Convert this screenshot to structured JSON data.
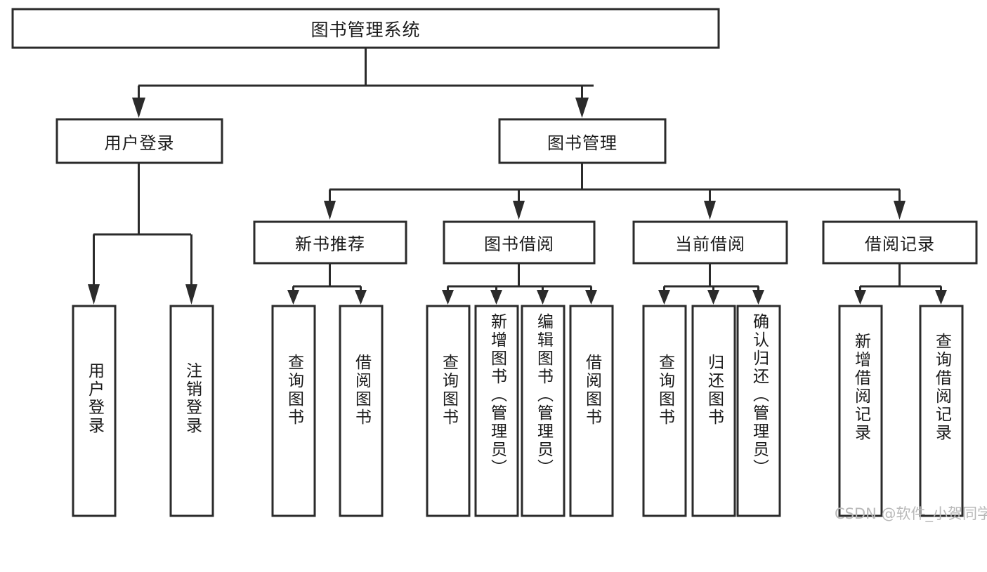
{
  "diagram": {
    "type": "hierarchy-tree",
    "title": "图书管理系统",
    "watermark": "CSDN @软件_小贺同学",
    "colors": {
      "box_stroke": "#2b2b2b",
      "box_fill": "#ffffff",
      "text": "#1a1a1a",
      "connector": "#2b2b2b",
      "watermark": "#b9b9b9",
      "background": "#ffffff"
    },
    "levels": {
      "level0": [
        {
          "id": "root",
          "label": "图书管理系统",
          "orientation": "horizontal"
        }
      ],
      "level1": [
        {
          "id": "login",
          "label": "用户登录",
          "orientation": "horizontal"
        },
        {
          "id": "bookmgmt",
          "label": "图书管理",
          "orientation": "horizontal"
        }
      ],
      "level2": [
        {
          "id": "newbook",
          "label": "新书推荐",
          "orientation": "horizontal"
        },
        {
          "id": "borrow",
          "label": "图书借阅",
          "orientation": "horizontal"
        },
        {
          "id": "current",
          "label": "当前借阅",
          "orientation": "horizontal"
        },
        {
          "id": "record",
          "label": "借阅记录",
          "orientation": "horizontal"
        }
      ],
      "level3": [
        {
          "id": "leaf-user-login",
          "label": "用户登录",
          "parent": "login",
          "orientation": "vertical"
        },
        {
          "id": "leaf-user-logout",
          "label": "注销登录",
          "parent": "login",
          "orientation": "vertical"
        },
        {
          "id": "leaf-query-book-1",
          "label": "查询图书",
          "parent": "newbook",
          "orientation": "vertical"
        },
        {
          "id": "leaf-borrow-book-1",
          "label": "借阅图书",
          "parent": "newbook",
          "orientation": "vertical"
        },
        {
          "id": "leaf-query-book-2",
          "label": "查询图书",
          "parent": "borrow",
          "orientation": "vertical"
        },
        {
          "id": "leaf-add-book",
          "label": "新增图书（管理员）",
          "parent": "borrow",
          "orientation": "vertical"
        },
        {
          "id": "leaf-edit-book",
          "label": "编辑图书（管理员）",
          "parent": "borrow",
          "orientation": "vertical"
        },
        {
          "id": "leaf-borrow-book-2",
          "label": "借阅图书",
          "parent": "borrow",
          "orientation": "vertical"
        },
        {
          "id": "leaf-query-book-3",
          "label": "查询图书",
          "parent": "current",
          "orientation": "vertical"
        },
        {
          "id": "leaf-return-book",
          "label": "归还图书",
          "parent": "current",
          "orientation": "vertical"
        },
        {
          "id": "leaf-confirm-return",
          "label": "确认归还（管理员）",
          "parent": "current",
          "orientation": "vertical"
        },
        {
          "id": "leaf-add-record",
          "label": "新增借阅记录",
          "parent": "record",
          "orientation": "vertical"
        },
        {
          "id": "leaf-query-record",
          "label": "查询借阅记录",
          "parent": "record",
          "orientation": "vertical"
        }
      ]
    }
  }
}
